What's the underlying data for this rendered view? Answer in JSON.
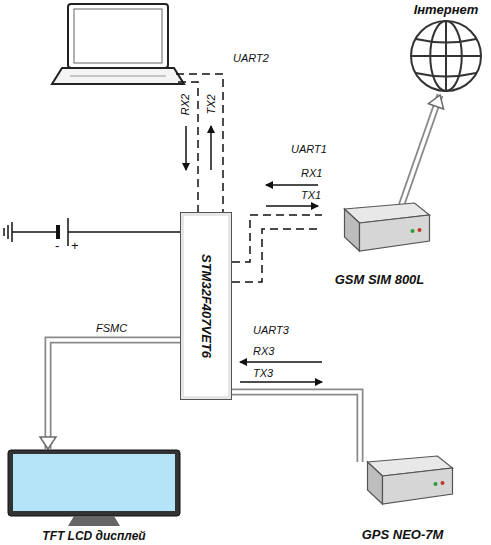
{
  "diagram": {
    "nodes": [
      {
        "text": [
          "STM32F407VET6"
        ]
      },
      {
        "text": [
          "GSM SIM 800L"
        ]
      },
      {
        "text": [
          "GPS NEO-7M"
        ]
      },
      {
        "text": [
          "TFT LCD дисплей"
        ]
      },
      {
        "text": [
          "Інтернет"
        ]
      }
    ],
    "edges": [
      {
        "from": 0,
        "to": 1,
        "label": "UART1",
        "arrow": "none"
      },
      {
        "from": 1,
        "to": 4,
        "arrow": "to"
      },
      {
        "from": 0,
        "to": 3,
        "label": "FSMC",
        "arrow": "to"
      },
      {
        "from": 0,
        "to": 2,
        "label": "UART3",
        "arrow": "none"
      }
    ],
    "labels": [
      "UART2",
      "RX2",
      "TX2",
      "RX1",
      "TX1",
      "RX3",
      "TX3",
      "-",
      "+"
    ]
  }
}
